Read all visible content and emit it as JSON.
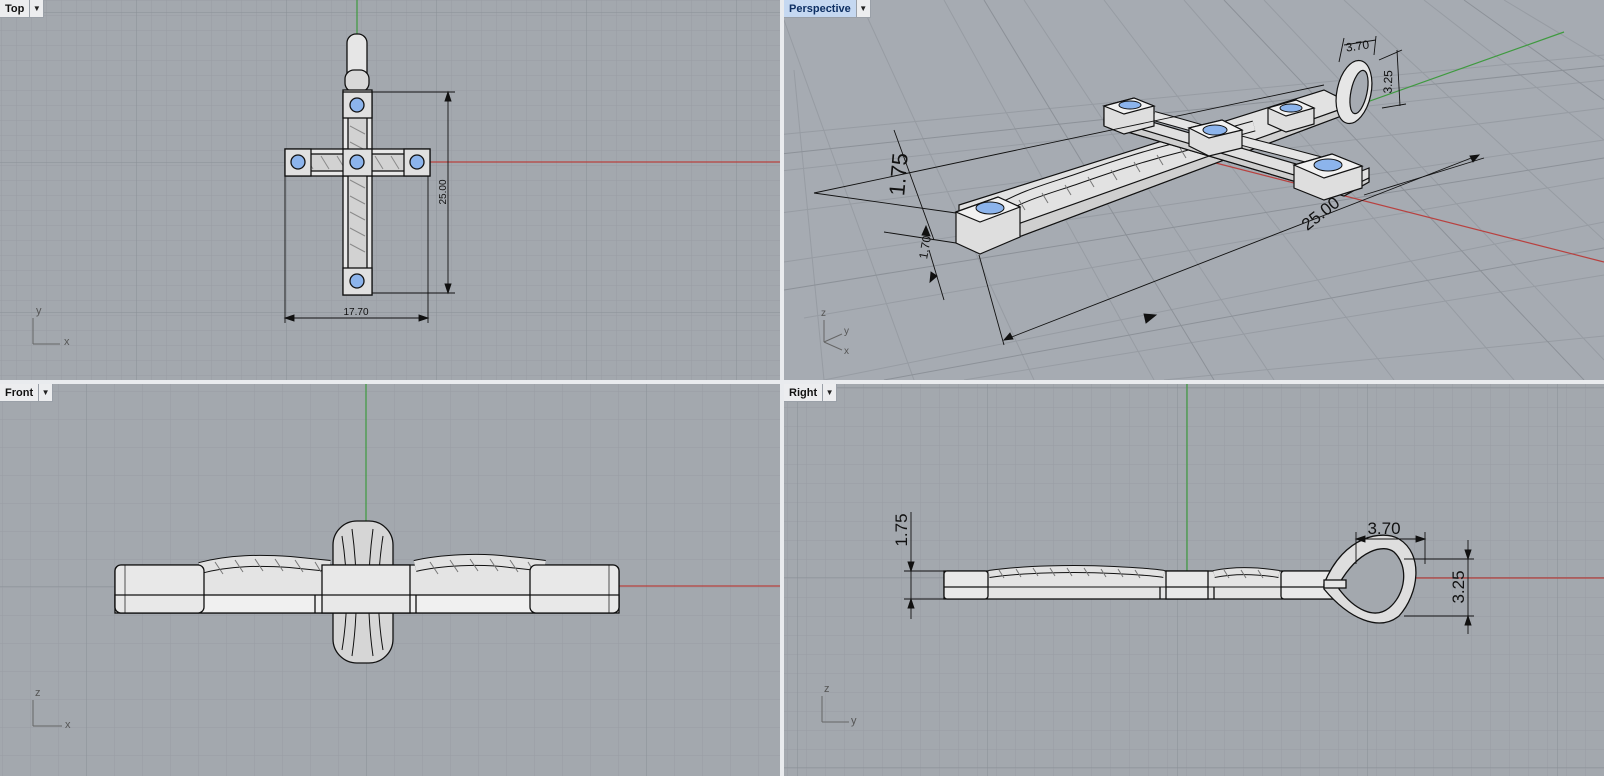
{
  "viewports": {
    "top": {
      "label": "Top",
      "axis_a": "y",
      "axis_b": "x"
    },
    "perspective": {
      "label": "Perspective",
      "axis_a": "z",
      "axis_b": "y",
      "axis_c": "x"
    },
    "front": {
      "label": "Front",
      "axis_a": "z",
      "axis_b": "x"
    },
    "right": {
      "label": "Right",
      "axis_a": "z",
      "axis_b": "y"
    }
  },
  "dimensions": {
    "top_width": "17.70",
    "top_height": "25.00",
    "persp_loop_width": "3.70",
    "persp_loop_height": "3.25",
    "persp_thickness": "1.75",
    "persp_base": "1.70",
    "persp_length": "25.00",
    "right_thickness": "1.75",
    "right_loop_width": "3.70",
    "right_loop_height": "3.25"
  },
  "colors": {
    "background": "#a3a8ae",
    "grid_minor": "#989da4",
    "grid_major": "#8a8f96",
    "x_axis": "#b8413f",
    "y_axis": "#3f9a3f",
    "gem": "#8cb4ec",
    "metal": "#e8e8e8"
  }
}
